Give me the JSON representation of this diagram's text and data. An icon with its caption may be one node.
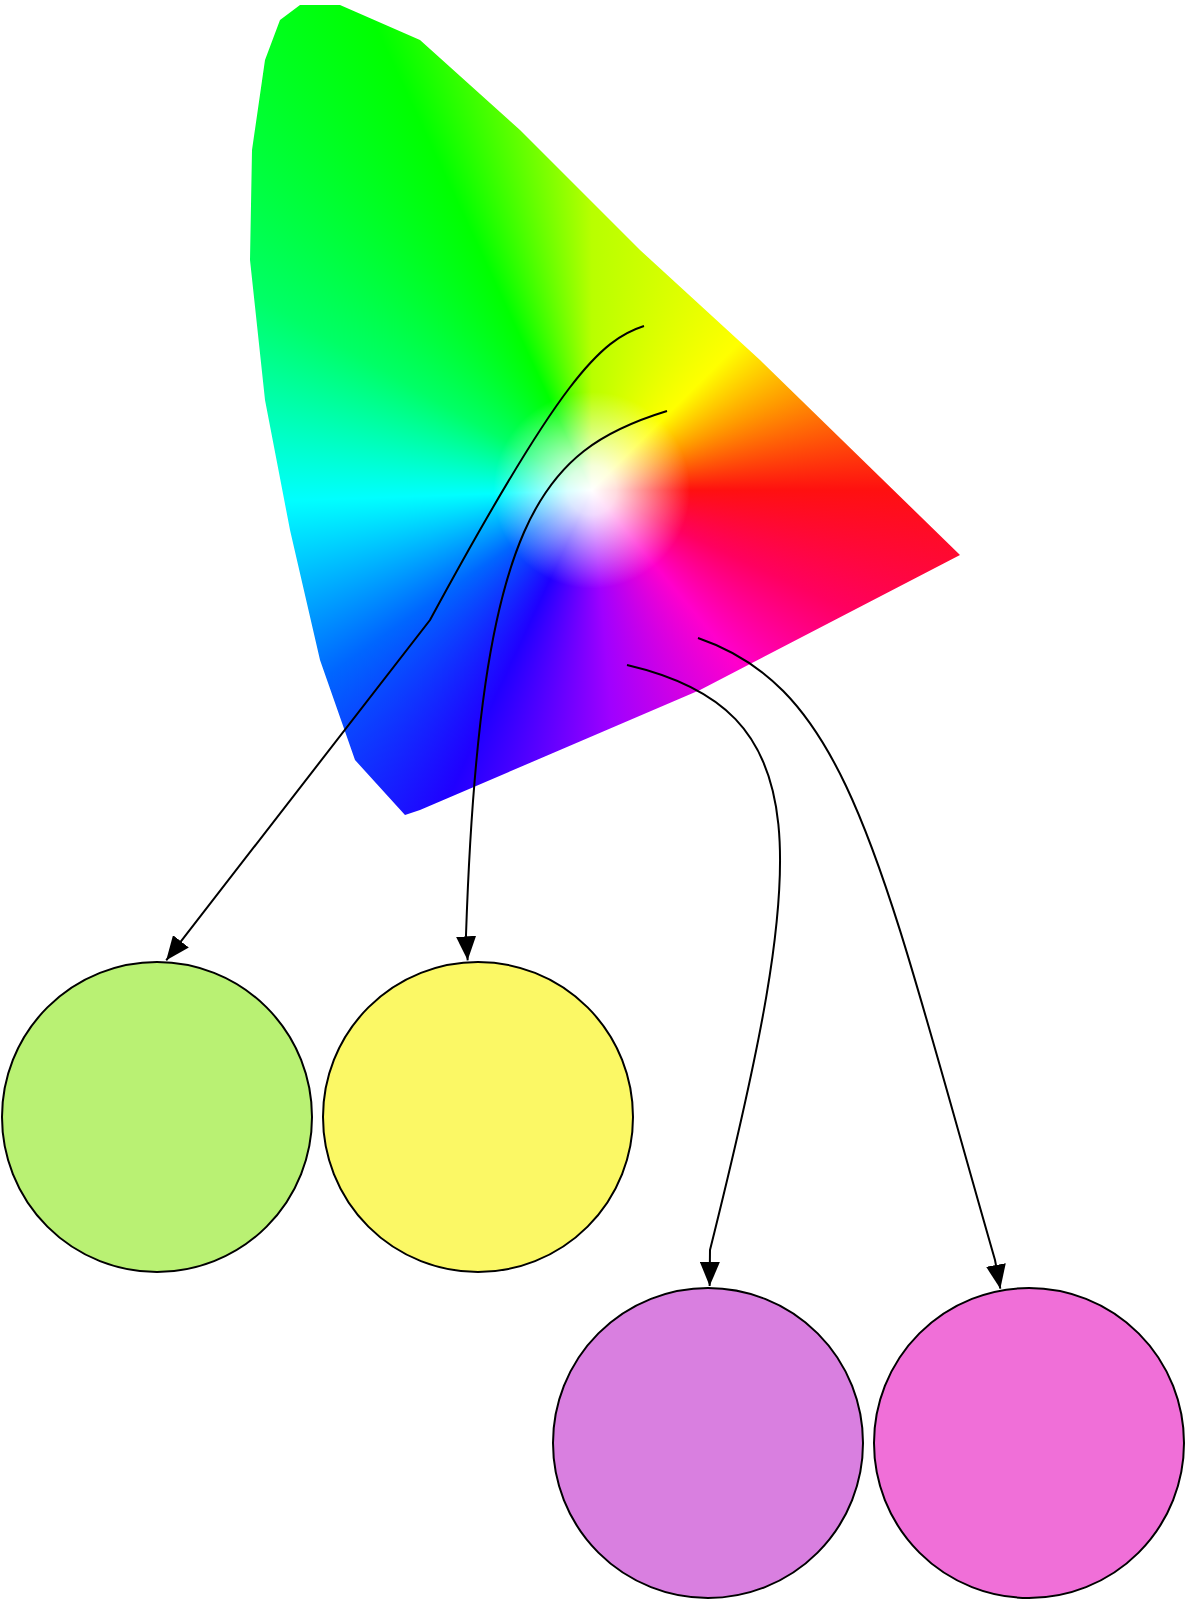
{
  "diagram": {
    "nodes": [
      {
        "text": [],
        "shape": "picture"
      },
      {
        "text": [],
        "shape": "circle"
      },
      {
        "text": [],
        "shape": "circle"
      },
      {
        "text": [],
        "shape": "circle"
      },
      {
        "text": [],
        "shape": "circle"
      }
    ],
    "edges": [
      {
        "from": 0,
        "to": 1,
        "arrow": "to"
      },
      {
        "from": 0,
        "to": 2,
        "arrow": "to"
      },
      {
        "from": 0,
        "to": 3,
        "arrow": "to"
      },
      {
        "from": 0,
        "to": 4,
        "arrow": "to"
      }
    ]
  }
}
